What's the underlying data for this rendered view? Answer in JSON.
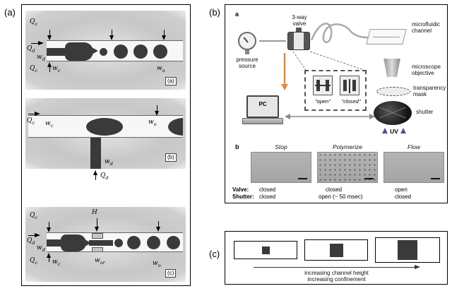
{
  "figure": {
    "panel_a_label": "(a)",
    "panel_b_label": "(b)",
    "panel_c_label": "(c)"
  },
  "a": {
    "sub1": {
      "qc_top": {
        "base": "Q",
        "sub": "c"
      },
      "qd": {
        "base": "Q",
        "sub": "d"
      },
      "qc_bot": {
        "base": "Q",
        "sub": "c"
      },
      "wd": {
        "base": "w",
        "sub": "d"
      },
      "wc": {
        "base": "w",
        "sub": "c"
      },
      "wo": {
        "base": "w",
        "sub": "o"
      },
      "tag": "(a)"
    },
    "sub2": {
      "qc": {
        "base": "Q",
        "sub": "c"
      },
      "wc": {
        "base": "w",
        "sub": "c"
      },
      "wo": {
        "base": "w",
        "sub": "o"
      },
      "wd": {
        "base": "w",
        "sub": "d"
      },
      "qd": {
        "base": "Q",
        "sub": "d"
      },
      "tag": "(b)"
    },
    "sub3": {
      "qc_top": {
        "base": "Q",
        "sub": "c"
      },
      "qd": {
        "base": "Q",
        "sub": "d"
      },
      "qc_bot": {
        "base": "Q",
        "sub": "c"
      },
      "wd": {
        "base": "w",
        "sub": "d"
      },
      "wc": {
        "base": "w",
        "sub": "c"
      },
      "h": {
        "base": "H",
        "sub": ""
      },
      "wor": {
        "base": "w",
        "sub": "or"
      },
      "wo": {
        "base": "w",
        "sub": "o"
      },
      "tag": "(c)"
    }
  },
  "b": {
    "schematic": {
      "tag": "a",
      "labels": {
        "pressure_source": "pressure source",
        "three_way_valve": "3-way valve",
        "microfluidic_channel": "microfluidic channel",
        "microscope_objective": "microscope objective",
        "transparency_mask": "transparency mask",
        "shutter": "shutter",
        "uv": "UV",
        "pc": "PC",
        "open_state": "\"open\"",
        "closed_state": "\"closed\""
      }
    },
    "micro": {
      "tag": "b",
      "row_labels": {
        "valve": "Valve:",
        "shutter": "Shutter:"
      },
      "cols": [
        {
          "title": "Stop",
          "valve": "closed",
          "shutter": "closed"
        },
        {
          "title": "Polymerize",
          "valve": "closed",
          "shutter": "open (~ 50 msec)"
        },
        {
          "title": "Flow",
          "valve": "open",
          "shutter": "closed"
        }
      ]
    }
  },
  "c": {
    "caption_line1": "increasing channel height",
    "caption_line2": "increasing confinement"
  },
  "colors": {
    "dark_fluid": "#3a3a3a",
    "diagram_gray": "#c9c9c9",
    "orange_arrow": "#e08a3c",
    "uv_purple": "#6b3fa0"
  }
}
